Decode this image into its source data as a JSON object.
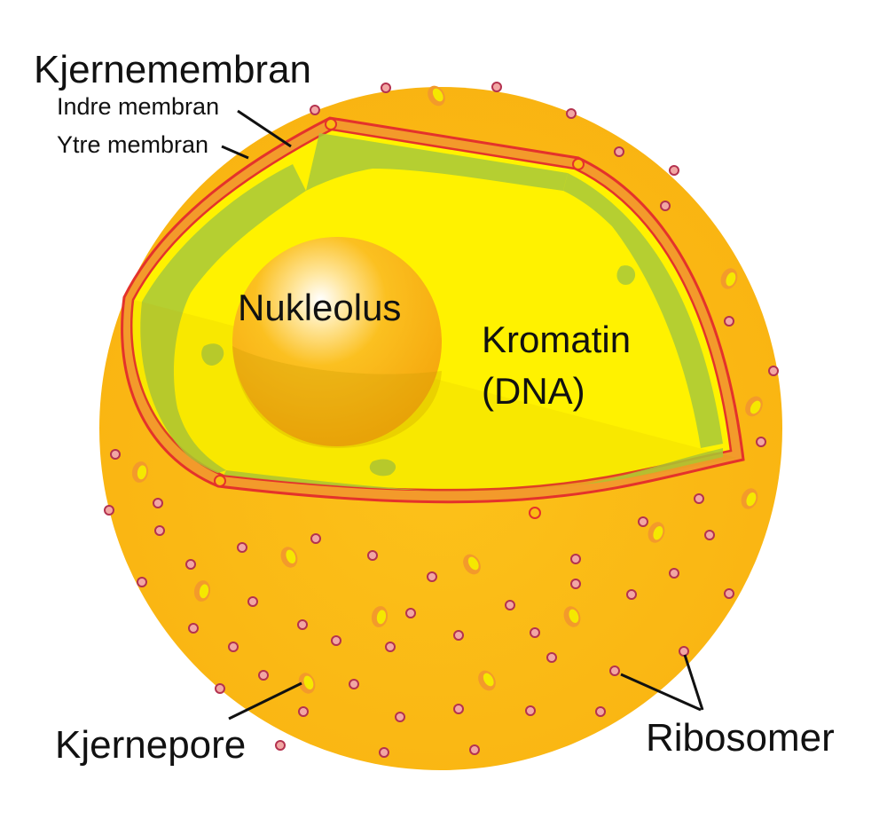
{
  "title": "",
  "labels": {
    "nuclear_envelope": "Kjernemembran",
    "inner_membrane": "Indre membran",
    "outer_membrane": "Ytre membran",
    "nucleolus": "Nukleolus",
    "chromatin_line1": "Kromatin",
    "chromatin_line2": "(DNA)",
    "nuclear_pore": "Kjernepore",
    "ribosomes": "Ribosomer"
  },
  "colors": {
    "nucleus_body": "#fbbc13",
    "nucleus_dark": "#f6a50e",
    "nucleoplasm": "#fff200",
    "chromatin": "#a8c93a",
    "membrane_fill": "#f39a2b",
    "membrane_line": "#e4322b",
    "ribosome_fill": "#f2a7a4",
    "ribosome_line": "#b4324f",
    "pore_fill": "#f5e800",
    "pore_ring": "#f39a2b"
  }
}
